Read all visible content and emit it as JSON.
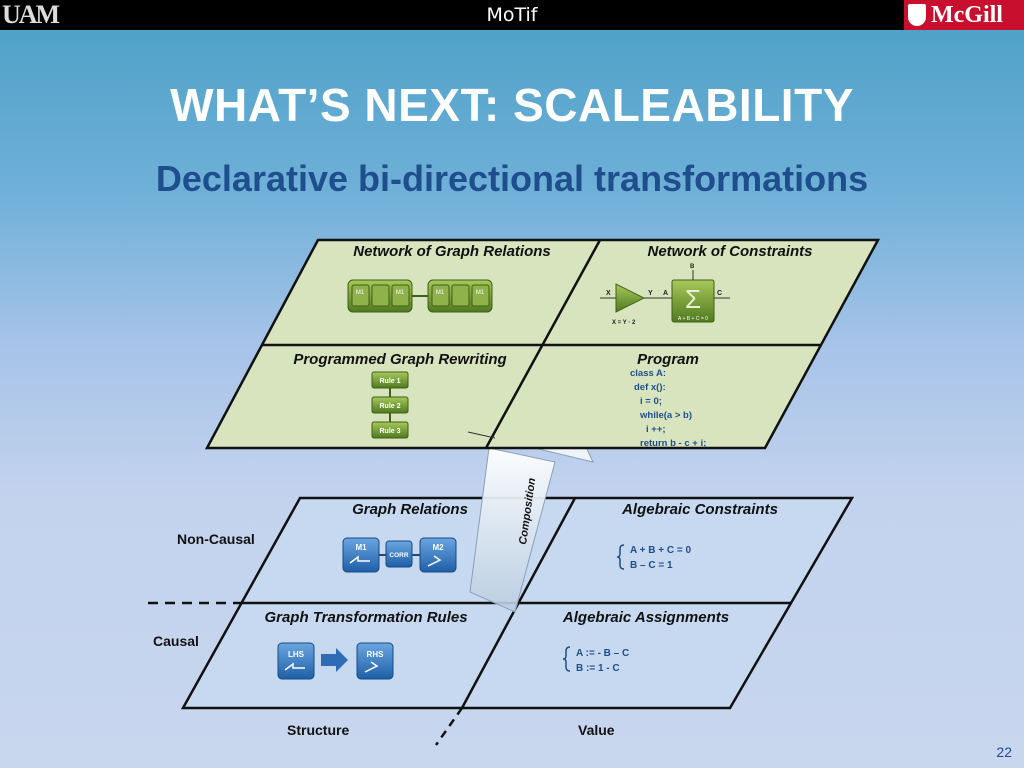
{
  "header": {
    "left_logo": "UAM",
    "center_title": "MoTif",
    "right_logo": "McGill"
  },
  "slide": {
    "title": "WHAT’S NEXT: SCALEABILITY",
    "subtitle": "Declarative bi-directional transformations",
    "page_number": "22"
  },
  "top_plane": {
    "q1_title": "Network of Graph Relations",
    "q2_title": "Network of Constraints",
    "q3_title": "Programmed Graph Rewriting",
    "q4_title": "Program",
    "graph_boxes": [
      "M1",
      "M1",
      "M1",
      "M1"
    ],
    "constraint_labels": {
      "x": "X",
      "y": "Y",
      "a": "A",
      "b": "B",
      "c": "C",
      "eq1": "X = Y · 2",
      "eq2": "A + B + C = 0"
    },
    "rules": [
      "Rule 1",
      "Rule 2",
      "Rule 3"
    ],
    "program_lines": [
      "class A:",
      "def x():",
      "i = 0;",
      "while(a > b)",
      "i ++;",
      "return b - c + i;"
    ]
  },
  "bottom_plane": {
    "q1_title": "Graph Relations",
    "q2_title": "Algebraic Constraints",
    "q3_title": "Graph Transformation Rules",
    "q4_title": "Algebraic Assignments",
    "m1": "M1",
    "corr": "CORR",
    "m2": "M2",
    "lhs": "LHS",
    "rhs": "RHS",
    "constraints": [
      "A + B + C = 0",
      "B – C = 1"
    ],
    "assignments": [
      "A := - B – C",
      "B := 1 - C"
    ]
  },
  "labels": {
    "non_causal": "Non-Causal",
    "causal": "Causal",
    "structure": "Structure",
    "value": "Value",
    "composition": "Composition"
  },
  "colors": {
    "top_plane_fill": "#d7e4bd",
    "bottom_plane_fill": "#c6d9f1",
    "title_text": "#ffffff",
    "subtitle_text": "#1f4e8c",
    "mcgill_red": "#c8102e"
  }
}
